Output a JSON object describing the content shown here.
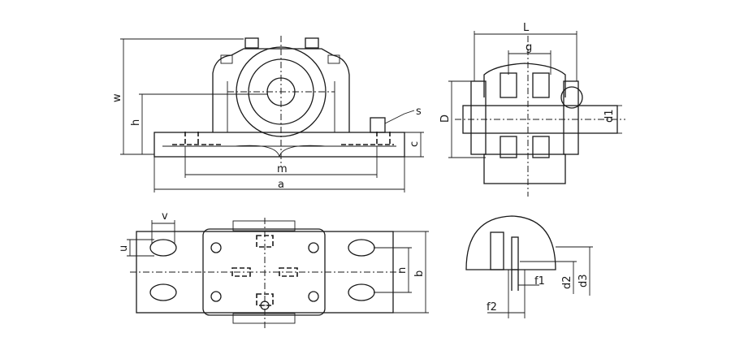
{
  "labels": {
    "front": {
      "w": "w",
      "h": "h",
      "m": "m",
      "a": "a",
      "c": "c",
      "s": "s"
    },
    "side": {
      "L": "L",
      "g": "g",
      "D": "D",
      "d1": "d1"
    },
    "plan": {
      "v": "v",
      "u": "u",
      "n": "n",
      "b": "b"
    },
    "detail": {
      "f1": "f1",
      "f2": "f2",
      "d2": "d2",
      "d3": "d3"
    }
  }
}
